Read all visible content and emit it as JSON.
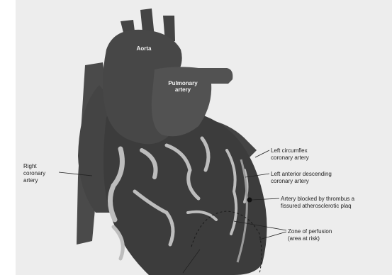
{
  "diagram": {
    "labels": {
      "aorta": "Aorta",
      "pulmonary_artery": "Pulmonary\nartery",
      "right_coronary_artery": "Right\ncoronary\nartery",
      "left_circumflex": "Left circumflex\ncoronary artery",
      "left_anterior_descending": "Left anterior descending\ncoronary artery",
      "artery_blocked": "Artery blocked by thrombus a\nfissured atherosclerotic plaq",
      "zone_of_perfusion": "Zone of perfusion\n(area at risk)"
    },
    "colors": {
      "background": "#ededed",
      "heart_dark": "#3f3f3f",
      "heart_mid": "#555555",
      "vessels": "#b9b9b9",
      "text": "#222222"
    }
  }
}
